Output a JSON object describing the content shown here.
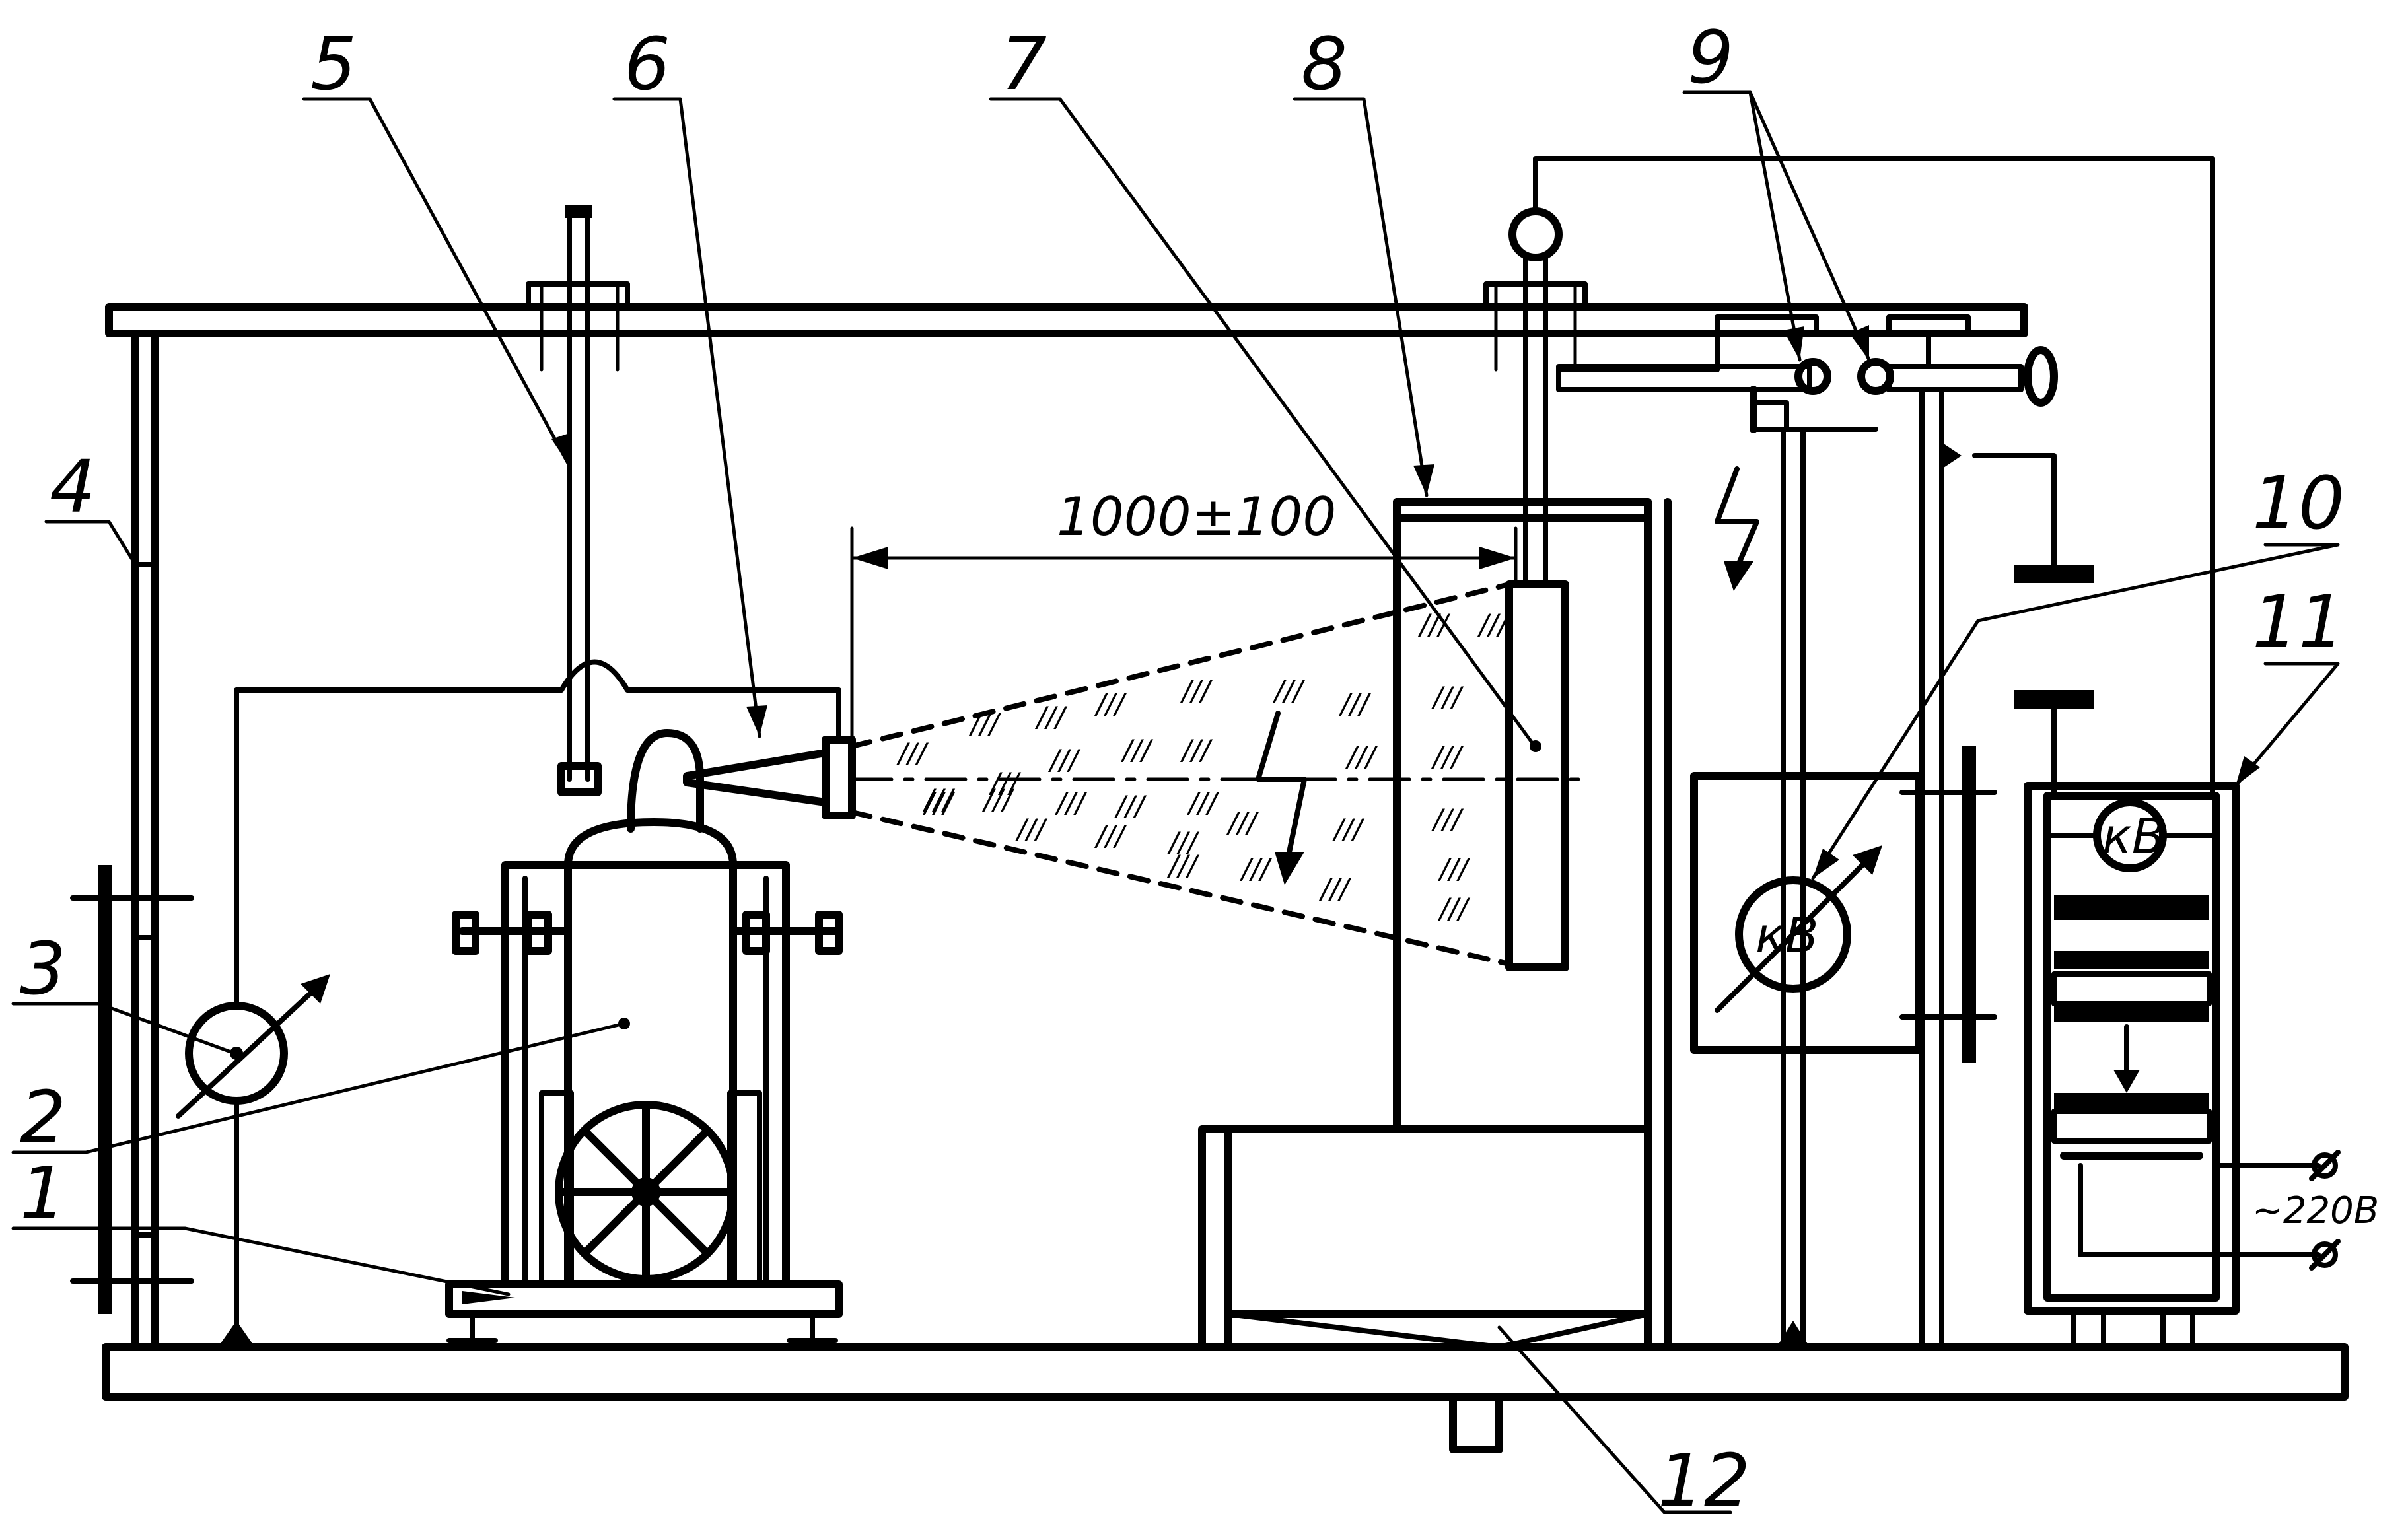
{
  "labels": {
    "l1": "1",
    "l2": "2",
    "l3": "3",
    "l4": "4",
    "l5": "5",
    "l6": "6",
    "l7": "7",
    "l8": "8",
    "l9": "9",
    "l10": "10",
    "l11": "11",
    "l12": "12"
  },
  "dimension": "1000±100",
  "meter_unit": "кВ",
  "supply_voltage": "~220В",
  "hatch_mark": "///"
}
